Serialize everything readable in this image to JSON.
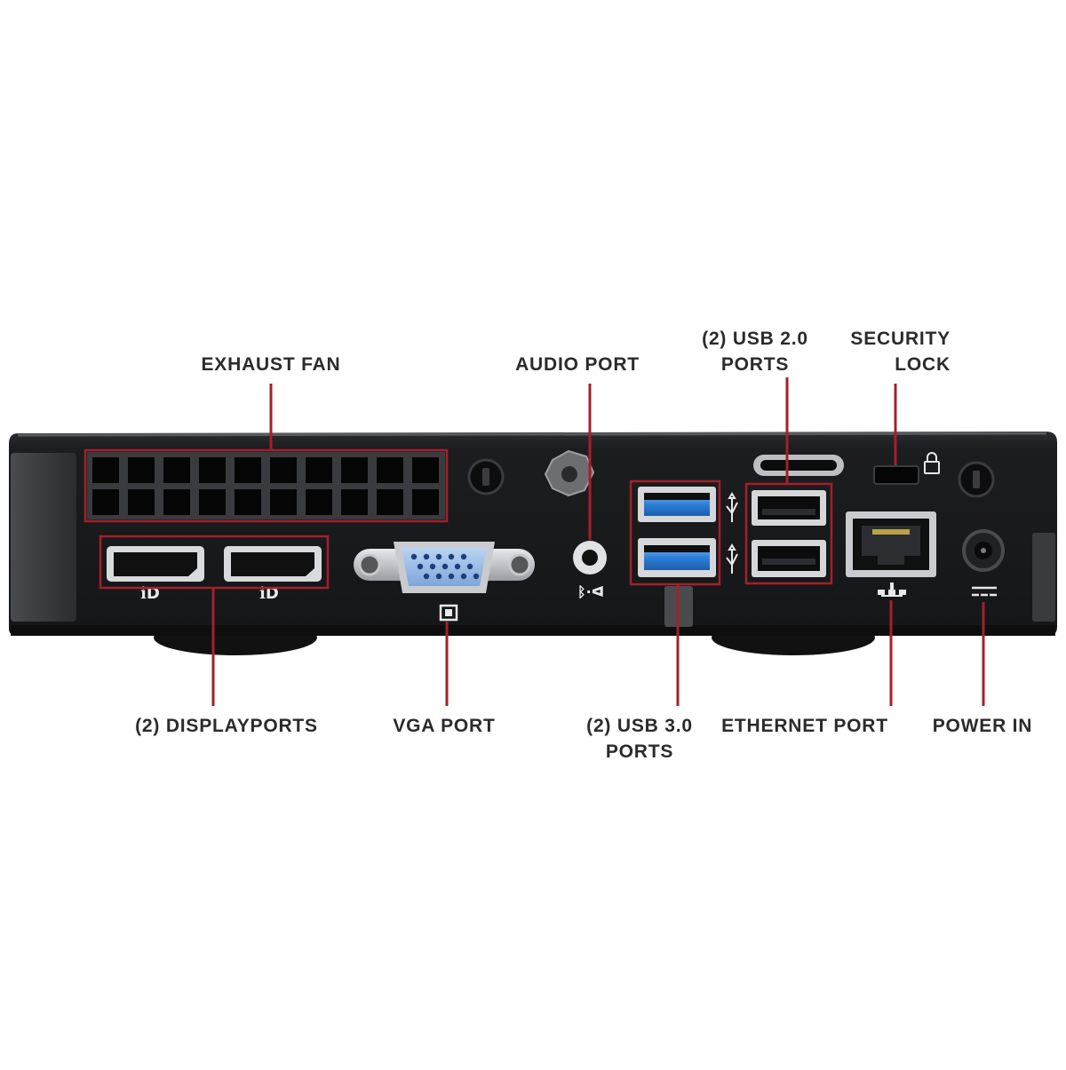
{
  "colors": {
    "callout": "#a3202a",
    "chassis": "#202124",
    "panel": "#141516",
    "text": "#2b2b2b",
    "usb3_blue": "#2d7fd8"
  },
  "callouts": {
    "exhaust_fan": "EXHAUST FAN",
    "audio_port": "AUDIO PORT",
    "usb2": [
      "(2) USB 2.0",
      "PORTS"
    ],
    "security_lock": [
      "SECURITY",
      "LOCK"
    ],
    "displayports": "(2) DISPLAYPORTS",
    "vga_port": "VGA PORT",
    "usb3": [
      "(2) USB 3.0",
      "PORTS"
    ],
    "ethernet_port": "ETHERNET PORT",
    "power_in": "POWER IN"
  },
  "icons": {
    "displayport": "displayport-icon",
    "vga": "vga-icon",
    "audio": "headphone-mic-icon",
    "usb": "usb-icon",
    "ethernet": "network-icon",
    "power": "dc-power-icon",
    "lock": "padlock-icon"
  }
}
